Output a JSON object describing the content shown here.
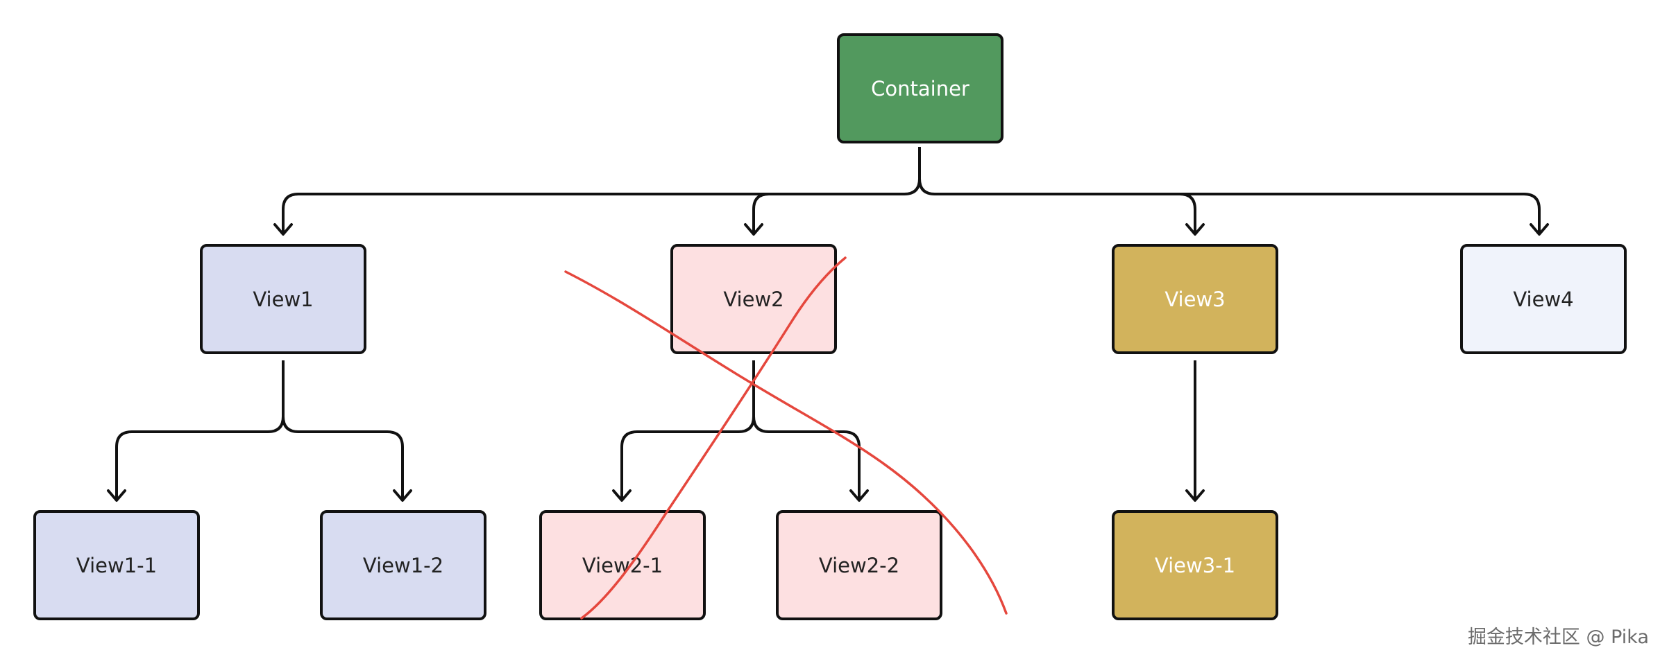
{
  "nodes": {
    "container": {
      "label": "Container",
      "fill": "#52995e",
      "text_color": "#ffffff"
    },
    "view1": {
      "label": "View1",
      "fill": "#d8dcf1",
      "text_color": "#222222"
    },
    "view2": {
      "label": "View2",
      "fill": "#fde0e1",
      "text_color": "#222222"
    },
    "view3": {
      "label": "View3",
      "fill": "#d2b35c",
      "text_color": "#ffffff"
    },
    "view4": {
      "label": "View4",
      "fill": "#f0f3fb",
      "text_color": "#222222"
    },
    "view1_1": {
      "label": "View1-1",
      "fill": "#d8dcf1",
      "text_color": "#222222"
    },
    "view1_2": {
      "label": "View1-2",
      "fill": "#d8dcf1",
      "text_color": "#222222"
    },
    "view2_1": {
      "label": "View2-1",
      "fill": "#fde0e1",
      "text_color": "#222222"
    },
    "view2_2": {
      "label": "View2-2",
      "fill": "#fde0e1",
      "text_color": "#222222"
    },
    "view3_1": {
      "label": "View3-1",
      "fill": "#d2b35c",
      "text_color": "#ffffff"
    }
  },
  "edges": [
    {
      "from": "container",
      "to": [
        "view1",
        "view2",
        "view3",
        "view4"
      ]
    },
    {
      "from": "view1",
      "to": [
        "view1_1",
        "view1_2"
      ]
    },
    {
      "from": "view2",
      "to": [
        "view2_1",
        "view2_2"
      ]
    },
    {
      "from": "view3",
      "to": [
        "view3_1"
      ]
    }
  ],
  "cross_out": {
    "target": "view2",
    "color": "#e5473d"
  },
  "watermark": "掘金技术社区 @ Pika"
}
